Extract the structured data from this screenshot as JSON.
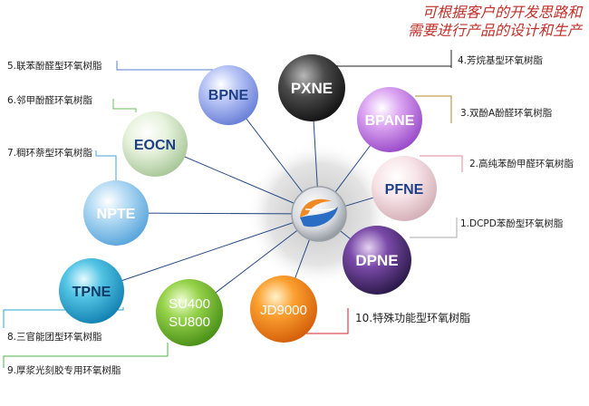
{
  "slogan": {
    "line1": "可根据客户的开发思路和",
    "line2": "需要进行产品的设计和生产"
  },
  "colors": {
    "spoke": "#2a4a86",
    "slogan": "#c0302a",
    "hub_shadow": "#cfcfcf",
    "hub_ring": "#9aa0a8",
    "logo_orange": "#f08a24",
    "logo_blue": "#2a6dc4"
  },
  "hub": {
    "logo": "company-logo"
  },
  "products": {
    "pxne": {
      "name": "PXNE"
    },
    "bpne": {
      "name": "BPNE"
    },
    "bpane": {
      "name": "BPANE"
    },
    "eocn": {
      "name": "EOCN"
    },
    "pfne": {
      "name": "PFNE"
    },
    "npte": {
      "name": "NPTE"
    },
    "dpne": {
      "name": "DPNE"
    },
    "tpne": {
      "name": "TPNE"
    },
    "su": {
      "line1": "SU400",
      "line2": "SU800"
    },
    "jd": {
      "name": "JD9000"
    }
  },
  "labels": {
    "l1": "1.DCPD苯酚型环氧树脂",
    "l2": "2.高纯苯酚甲醛环氧树脂",
    "l3": "3.双酚A酚醛环氧树脂",
    "l4": "4.芳烷基型环氧树脂",
    "l5": "5.联苯酚醛型环氧树脂",
    "l6": "6.邻甲酚醛环氧树脂",
    "l7": "7.稠环萘型环氧树脂",
    "l8": "8.三官能团型环氧树脂",
    "l9": "9.厚浆光刻胶专用环氧树脂",
    "l10": "10.特殊功能型环氧树脂"
  }
}
